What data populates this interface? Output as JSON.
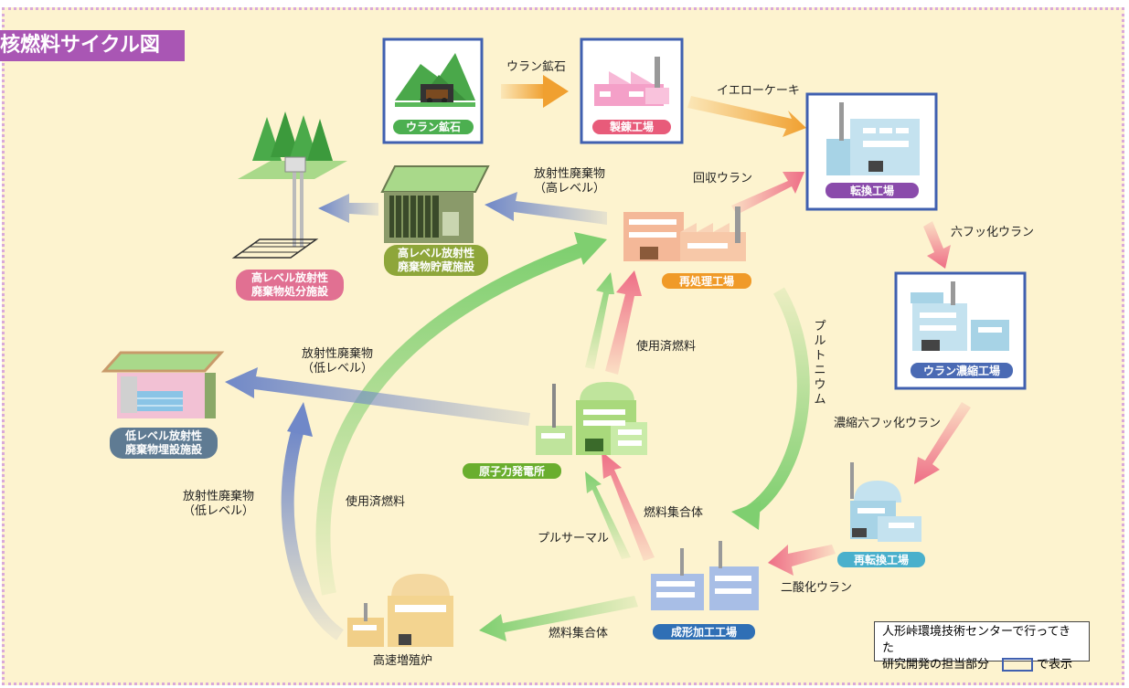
{
  "title": "核燃料サイクル図",
  "facilities": {
    "uranium_ore": "ウラン鉱石",
    "refining": "製錬工場",
    "conversion": "転換工場",
    "enrichment": "ウラン濃縮工場",
    "reconversion": "再転換工場",
    "fabrication": "成形加工工場",
    "power_plant": "原子力発電所",
    "reprocessing": "再処理工場",
    "fast_breeder": "高速増殖炉",
    "hlw_storage_1": "高レベル放射性",
    "hlw_storage_2": "廃棄物貯蔵施設",
    "hlw_disposal_1": "高レベル放射性",
    "hlw_disposal_2": "廃棄物処分施設",
    "llw_1": "低レベル放射性",
    "llw_2": "廃棄物埋設施設"
  },
  "flows": {
    "ore_to_refining": "ウラン鉱石",
    "yellowcake": "イエローケーキ",
    "recovered_uranium": "回収ウラン",
    "uf6": "六フッ化ウラン",
    "enriched_uf6": "濃縮六フッ化ウラン",
    "uo2": "二酸化ウラン",
    "fuel_assembly_to_plant": "燃料集合体",
    "fuel_assembly_to_fbr": "燃料集合体",
    "pluthermal": "プルサーマル",
    "spent_fuel_plant": "使用済燃料",
    "spent_fuel_fbr": "使用済燃料",
    "plutonium": "プルトニウム",
    "hlw_1": "放射性廃棄物",
    "hlw_2": "（高レベル）",
    "llw_plant_1": "放射性廃棄物",
    "llw_plant_2": "（低レベル）",
    "llw_fbr_1": "放射性廃棄物",
    "llw_fbr_2": "（低レベル）"
  },
  "legend": {
    "line1": "人形峠環境技術センターで行ってきた",
    "line2a": "研究開発の担当部分",
    "line2b": "で表示"
  },
  "colors": {
    "background": "#fdf3cf",
    "title_bg": "#a956b4",
    "highlight_border": "#4060b0",
    "arrow_orange": "#f0a030",
    "arrow_pink": "#ee6e86",
    "arrow_green": "#7fcf70",
    "arrow_blue": "#7088c8"
  }
}
